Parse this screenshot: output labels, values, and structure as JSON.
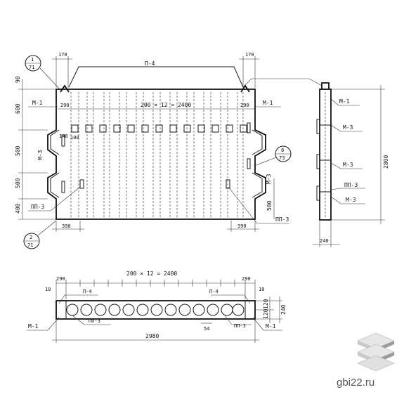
{
  "labels": {
    "top_dim_total": "200 × 12 = 2400",
    "bottom_dim_total": "200 × 12 = 2400",
    "dim_170_left": "170",
    "dim_170_right": "170",
    "dim_290_left": "290",
    "dim_290_right": "290",
    "dim_390_left": "390",
    "dim_390_right": "390",
    "dim_140": "140",
    "dim_100": "100",
    "dim_90": "90",
    "dim_600": "600",
    "dim_500_a": "500",
    "dim_500_b": "500",
    "dim_400": "400",
    "dim_500_right": "500",
    "dim_2800": "2800",
    "dim_240_side": "240",
    "dim_2980": "2980",
    "dim_290_b_left": "290",
    "dim_290_b_right": "290",
    "dim_10_left": "10",
    "dim_10_right": "10",
    "dim_120_a": "120",
    "dim_120_b": "120",
    "dim_240_b": "240",
    "dim_54": "54",
    "p4_top": "П-4",
    "p4_bottom_left": "П-4",
    "p4_bottom_right": "П-4",
    "m1_left": "М-1",
    "m1_right": "М-1",
    "m1_side": "М-1",
    "m1_bottom_left": "М-1",
    "m1_bottom_right": "М-1",
    "m3_left": "М-3",
    "m3_right": "М-3",
    "m3_side_1": "М-3",
    "m3_side_2": "М-3",
    "m3_side_3": "М-3",
    "pp3_left": "ПП-3",
    "pp3_right": "ПП-3",
    "pp3_side": "ПП-3",
    "pp3_bottom_left": "ПП-3",
    "pp3_bottom_right": "ПП-3",
    "callout_1_top": "1",
    "callout_1_bottom": "71",
    "callout_2_top": "2",
    "callout_2_bottom": "71",
    "callout_8_top": "8",
    "callout_8_bottom": "73"
  },
  "site": {
    "name": "gbi22.ru"
  },
  "colors": {
    "line": "#1a1a1a",
    "background": "#ffffff",
    "logo_light": "#e6e6e6",
    "logo_mid": "#c8c8c8",
    "logo_dark": "#9a9a9a"
  }
}
